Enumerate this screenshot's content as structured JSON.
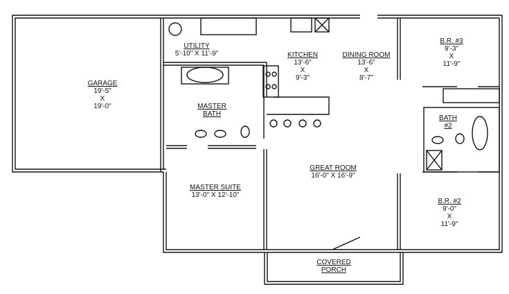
{
  "rooms": {
    "garage": {
      "name": "GARAGE",
      "width": "19'-5\"",
      "x": "X",
      "length": "19'-0\""
    },
    "utility": {
      "name": "UTILITY",
      "dims": "5'-10\" X 11'-9\""
    },
    "kitchen": {
      "name": "KITCHEN",
      "width": "13'-6\"",
      "x": "X",
      "length": "9'-3\""
    },
    "dining": {
      "name": "DINING ROOM",
      "width": "13'-6\"",
      "x": "X",
      "length": "8'-7\""
    },
    "br3": {
      "name": "B.R. #3",
      "width": "9'-3\"",
      "x": "X",
      "length": "11'-9\""
    },
    "master_bath": {
      "name1": "MASTER",
      "name2": "BATH"
    },
    "bath2": {
      "name1": "BATH",
      "name2": "#2"
    },
    "great_room": {
      "name": "GREAT ROOM",
      "dims": "16'-0\" X 16'-9\""
    },
    "master_suite": {
      "name": "MASTER SUITE",
      "dims": "13'-0\" X 12'-10\""
    },
    "br2": {
      "name": "B.R. #2",
      "width": "9'-0\"",
      "x": "X",
      "length": "11'-9\""
    },
    "porch": {
      "name1": "COVERED",
      "name2": "PORCH"
    }
  }
}
